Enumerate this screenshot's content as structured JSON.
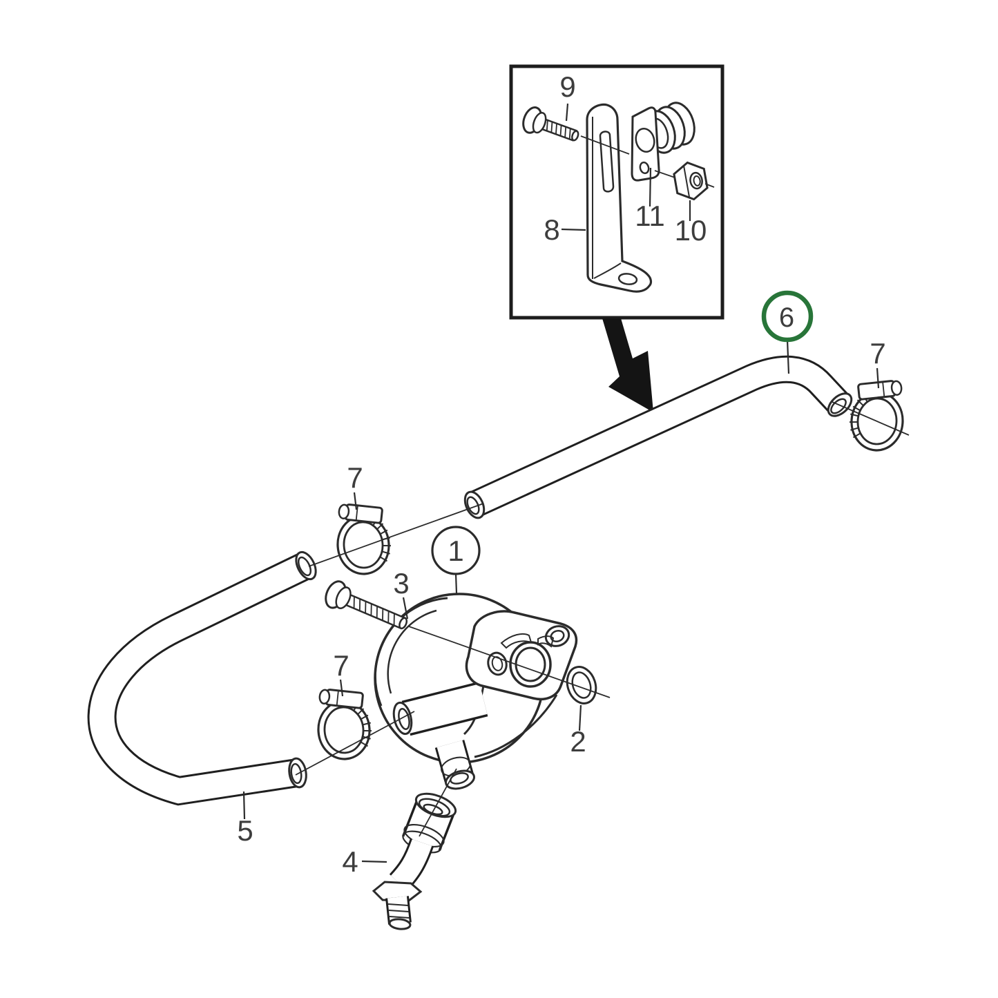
{
  "figure": {
    "type": "exploded-parts-diagram",
    "background_color": "#ffffff",
    "line_color": "#2b2b2b",
    "label_color": "#3d3d3d",
    "highlight_color": "#287539",
    "highlighted_part": "6",
    "callouts": {
      "p1": "1",
      "p2": "2",
      "p3": "3",
      "p4": "4",
      "p5": "5",
      "p6": "6",
      "p7a": "7",
      "p7b": "7",
      "p7c": "7",
      "p8": "8",
      "p9": "9",
      "p10": "10",
      "p11": "11"
    }
  }
}
